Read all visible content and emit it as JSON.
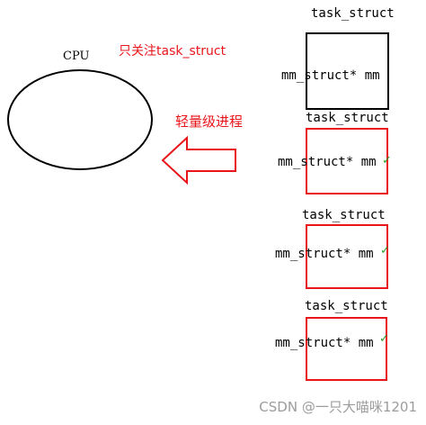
{
  "cpu": {
    "label": "CPU"
  },
  "annotations": {
    "only_care": "只关注task_struct",
    "lightweight": "轻量级进程"
  },
  "structs": [
    {
      "title": "task_struct",
      "field": "mm_struct* mm",
      "color": "#000000",
      "check_mark": false
    },
    {
      "title": "task_struct",
      "field": "mm_struct* mm",
      "color": "#e8161b",
      "check_mark": true
    },
    {
      "title": "task_struct",
      "field": "mm_struct* mm",
      "color": "#e8161b",
      "check_mark": true
    },
    {
      "title": "task_struct",
      "field": "mm_struct* mm",
      "color": "#e8161b",
      "check_mark": true
    }
  ],
  "watermark": "CSDN @一只大喵咪1201",
  "colors": {
    "highlight": "#e8161b",
    "check": "#2ca02c",
    "watermark": "#9c9c9c"
  }
}
